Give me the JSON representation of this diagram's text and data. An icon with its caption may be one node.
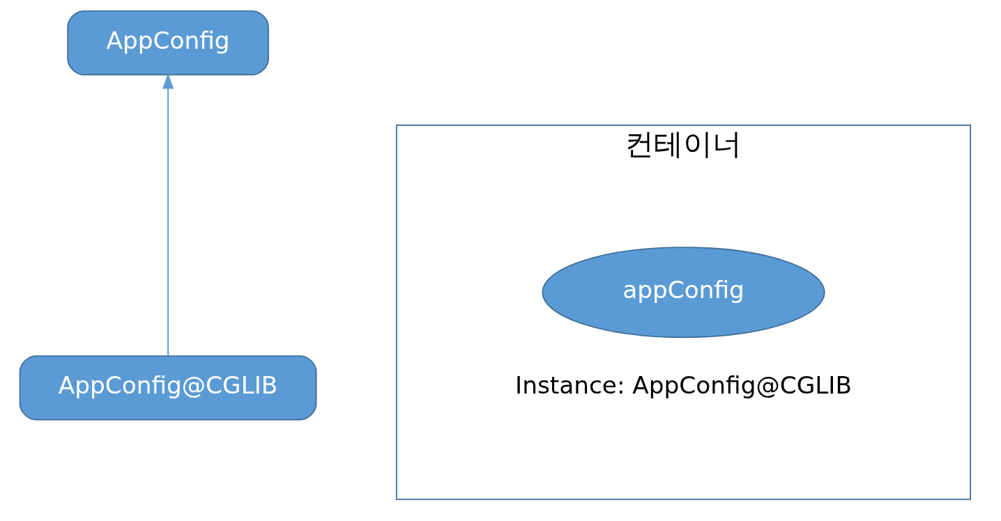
{
  "diagram": {
    "nodes": [
      {
        "text": [
          "AppConfig"
        ]
      },
      {
        "text": [
          "AppConfig@CGLIB"
        ]
      },
      {
        "text": [
          "컨테이너"
        ]
      },
      {
        "text": [
          "appConfig"
        ],
        "in": 2,
        "beside": [
          "Instance: AppConfig@CGLIB"
        ]
      }
    ],
    "edges": [
      {
        "from": 1,
        "to": 0,
        "arrow": "to"
      }
    ]
  }
}
